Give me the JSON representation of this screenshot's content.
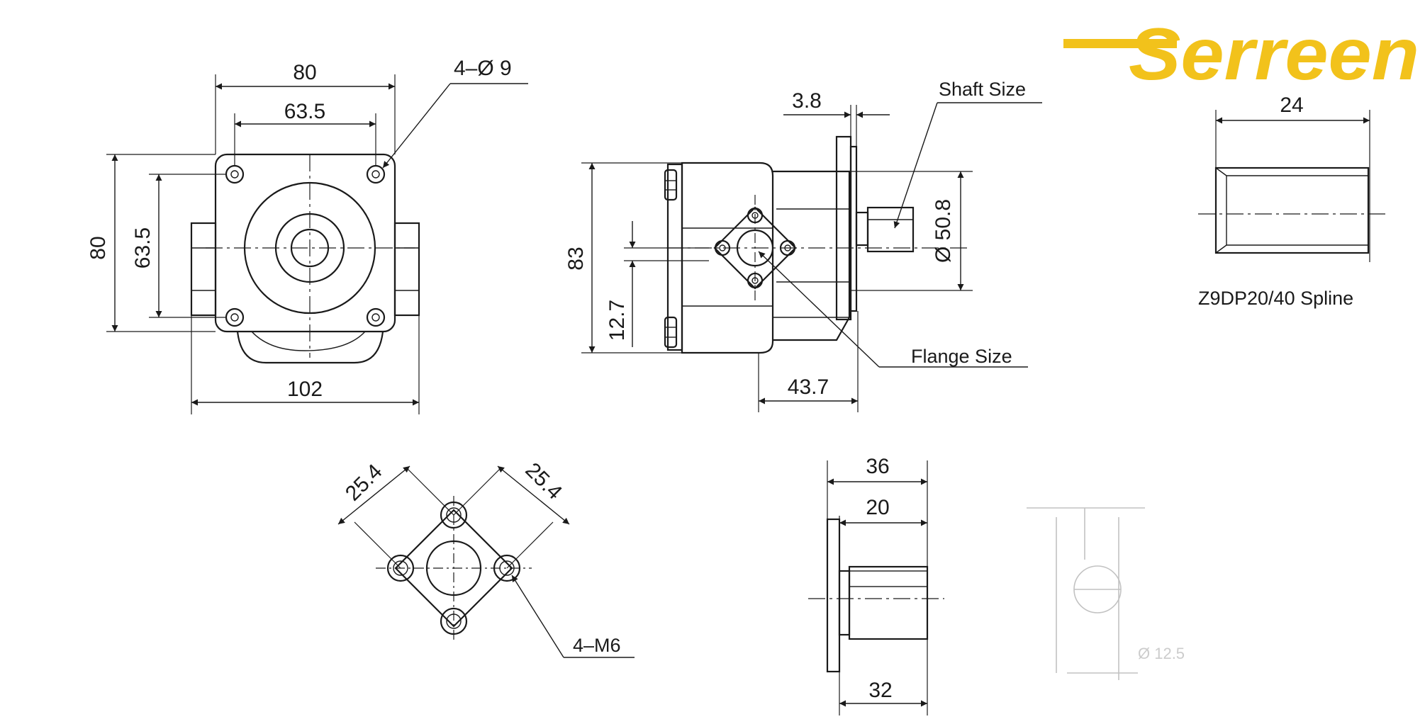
{
  "brand": {
    "name": "Serreen",
    "color": "#f2c21b"
  },
  "dimensions": {
    "front_width_top": "80",
    "front_bolt_spacing_top": "63.5",
    "front_height_left": "80",
    "front_bolt_spacing_left": "63.5",
    "front_bottom_width": "102",
    "front_holes": "4–Ø 9",
    "side_flange_thickness": "3.8",
    "side_height": "83",
    "side_port_offset": "12.7",
    "side_shaft_diameter": "Ø 50.8",
    "side_body_length": "43.7",
    "port_diag_left": "25.4",
    "port_diag_right": "25.4",
    "port_threads": "4–M6",
    "shaft_total": "36",
    "shaft_key": "20",
    "shaft_bottom": "32",
    "spline_length": "24"
  },
  "labels": {
    "shaft_size": "Shaft Size",
    "flange_size": "Flange Size",
    "spline_spec": "Z9DP20/40 Spline",
    "faded_note": "Ø 12.5"
  },
  "colors": {
    "line": "#1a1a1a",
    "faded": "#b8b8b8"
  }
}
